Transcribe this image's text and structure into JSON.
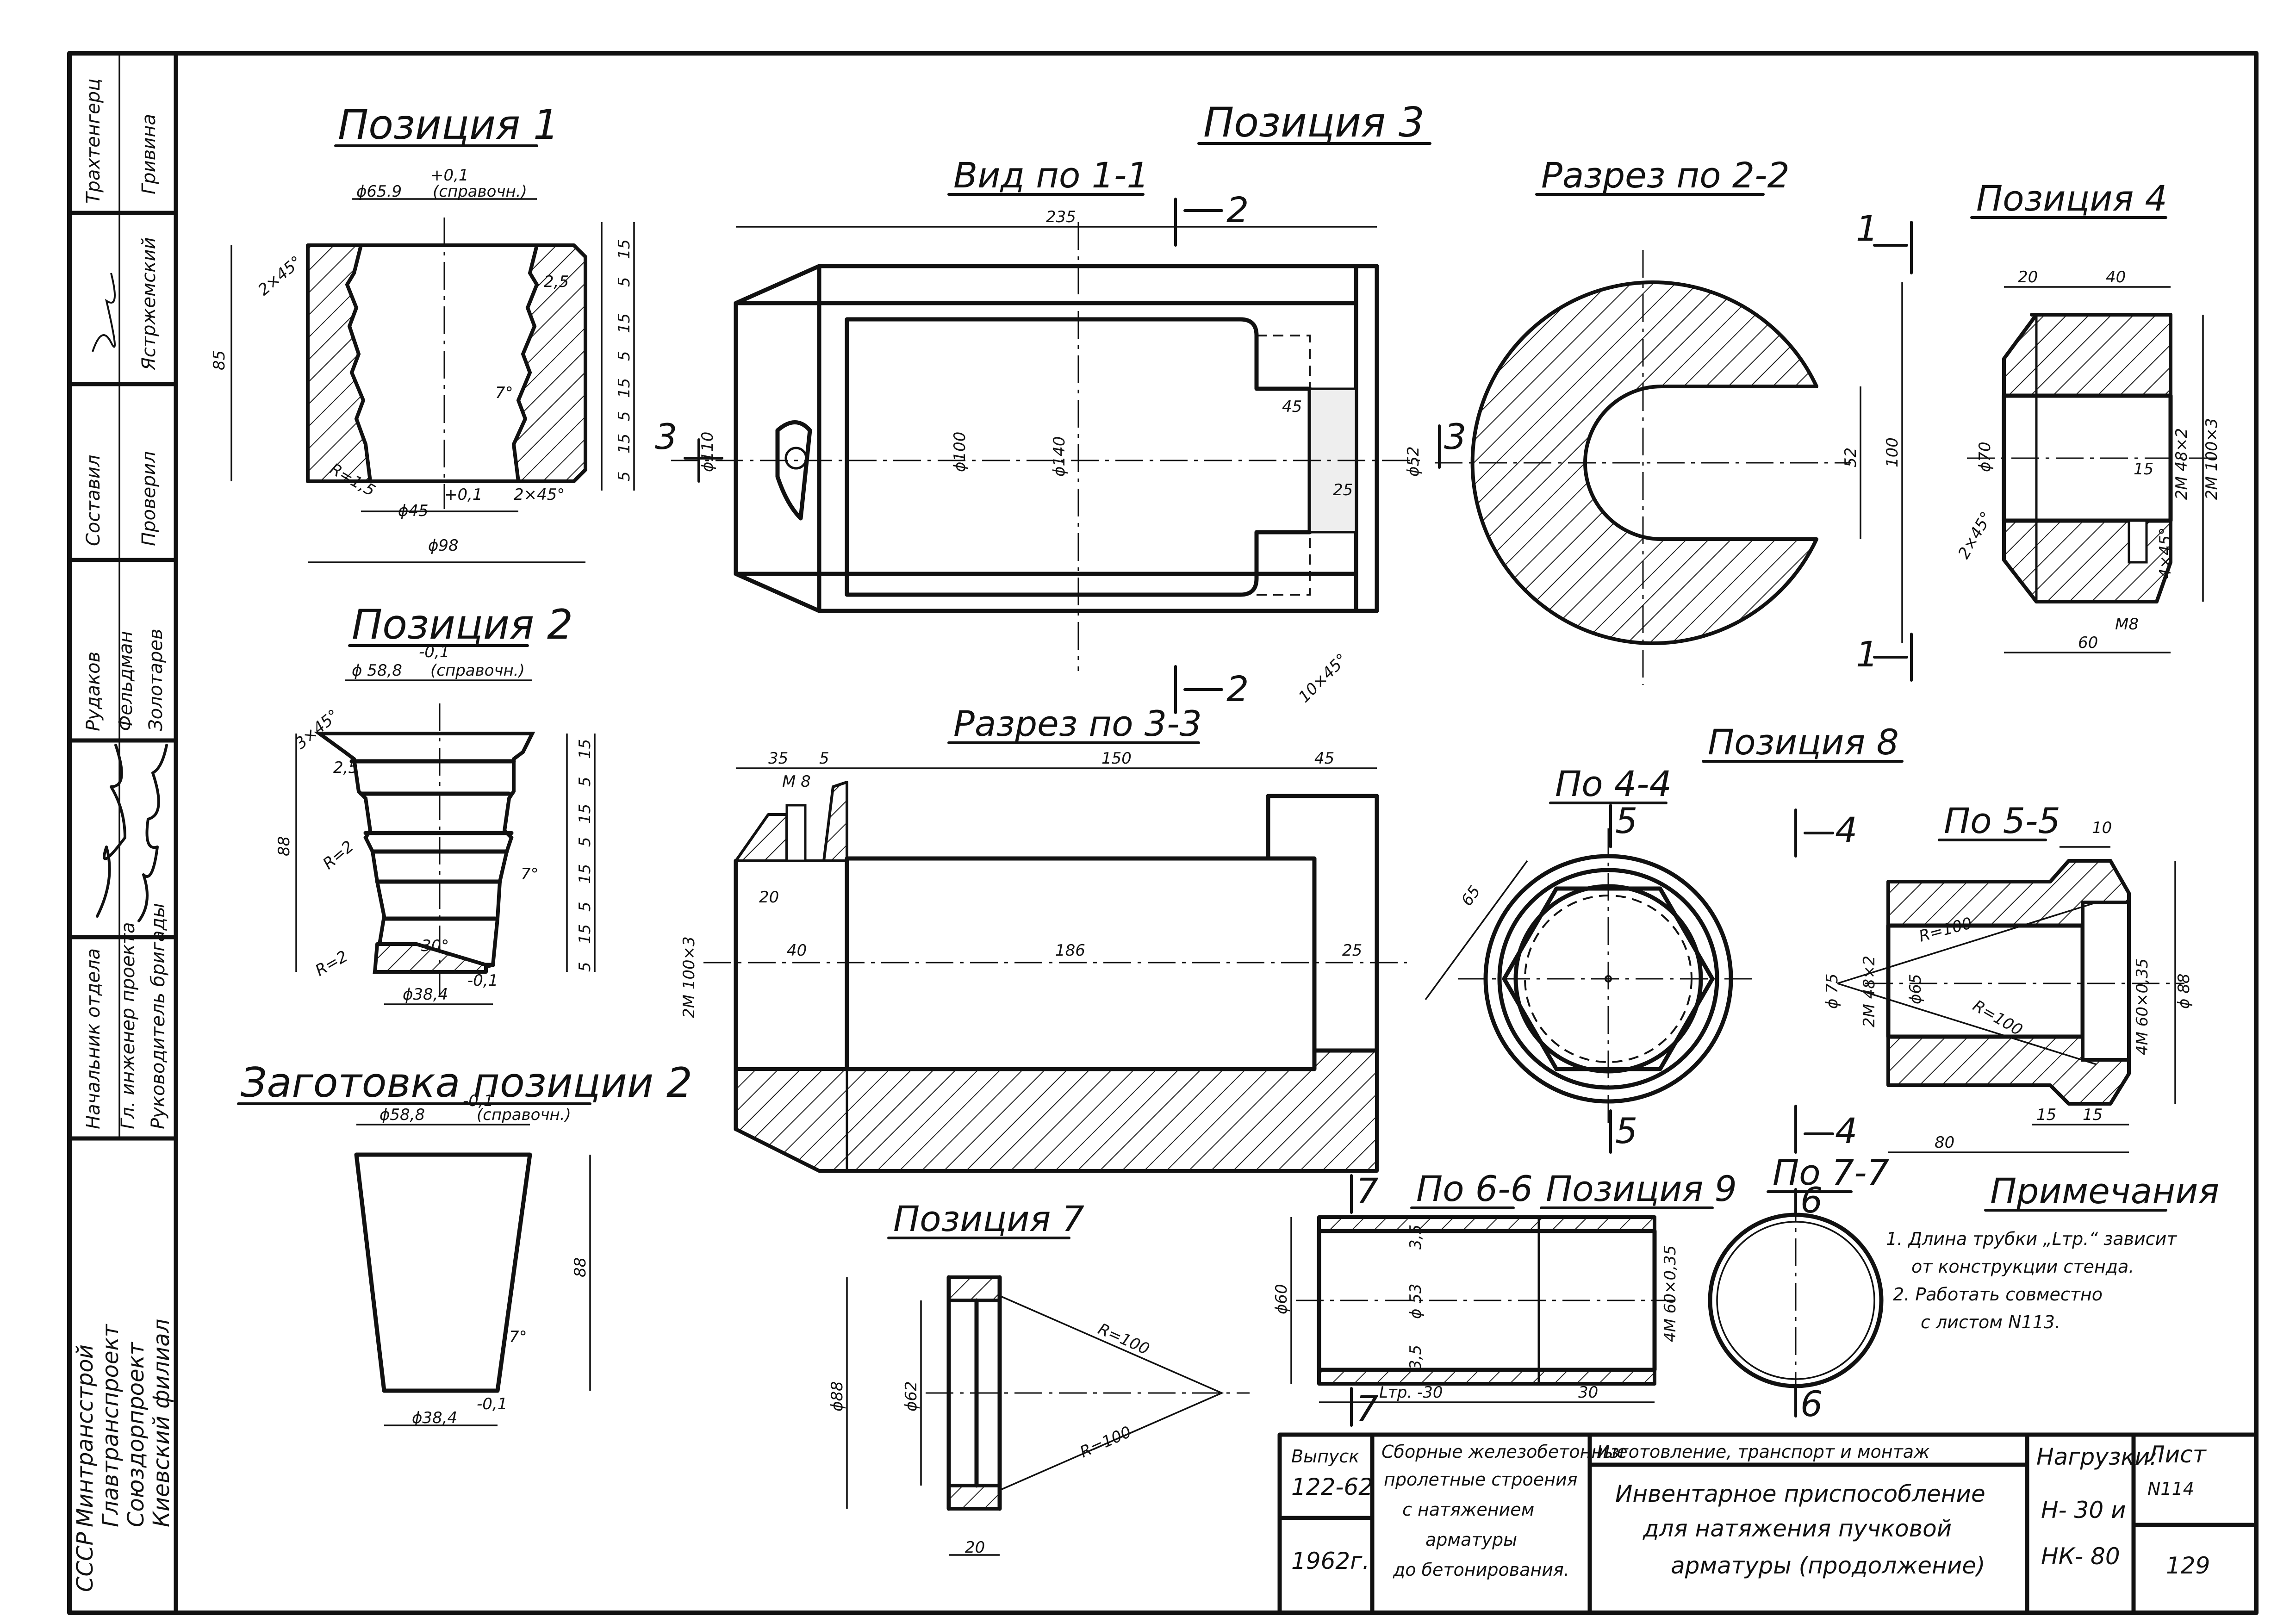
{
  "views": {
    "pos1": {
      "title": "Позиция 1",
      "d_top": "ϕ65.9",
      "tol_top": "+0,1",
      "ref_top": "(справочн.)",
      "d_bore": "ϕ45",
      "tol_bore": "+0,1",
      "d_out": "ϕ98",
      "h": "85",
      "chamfer_top": "2×45°",
      "chamfer_bot": "2×45°",
      "r": "R=1,5",
      "step": "2,5",
      "angle": "7°",
      "p15a": "15",
      "p5a": "5",
      "p15b": "15",
      "p5b": "5",
      "p15c": "15",
      "p5c": "5",
      "p15d": "15",
      "p5d": "5"
    },
    "pos3": {
      "title": "Позиция 3"
    },
    "view11": {
      "title": "Вид по 1-1",
      "len": "235",
      "d110": "ϕ110",
      "d100": "ϕ100",
      "d140": "ϕ140",
      "d52": "ϕ52",
      "d45": "45",
      "d25": "25",
      "chamfer": "10×45°",
      "sec2": "2",
      "sec3": "3"
    },
    "sec22": {
      "title": "Разрез по 2-2",
      "w52": "52",
      "w100": "100"
    },
    "pos4": {
      "title": "Позиция 4",
      "d20": "20",
      "d40": "40",
      "d70": "ϕ70",
      "thr1": "2М 48×2",
      "thr2": "2М 100×3",
      "d15": "15",
      "chamfer": "2×45°",
      "d4": "4×45°",
      "m8": "М8",
      "d60": "60",
      "sec1": "1"
    },
    "pos2": {
      "title": "Позиция 2",
      "d_top": "ϕ 58,8",
      "tol_top": "-0,1",
      "ref_top": "(справочн.)",
      "h": "88",
      "chamfer": "3×45°",
      "step": "2,5",
      "r1": "R=2",
      "r2": "R=2",
      "angle1": "7°",
      "angle2": "30°",
      "d_bot": "ϕ38,4",
      "tol_bot": "-0,1",
      "p15a": "15",
      "p5a": "5",
      "p15b": "15",
      "p5b": "5",
      "p15c": "15",
      "p5c": "5",
      "p15d": "15",
      "p5d": "5"
    },
    "sec33": {
      "title": "Разрез по 3-3",
      "d35": "35",
      "d5": "5",
      "m8": "М 8",
      "d150": "150",
      "d45": "45",
      "d20": "20",
      "d40": "40",
      "d186": "186",
      "d25": "25",
      "thr": "2М 100×3"
    },
    "pos8": {
      "title": "Позиция 8"
    },
    "v44": {
      "title": "По 4-4",
      "sec": "5",
      "d65": "65"
    },
    "v55": {
      "title": "По 5-5",
      "sec": "4",
      "d10": "10",
      "d75": "ϕ 75",
      "thr1": "2М 48×2",
      "d65": "ϕ65",
      "r1": "R=100",
      "r2": "R=100",
      "thr2": "4М 60×0,35",
      "d88": "ϕ 88",
      "d15a": "15",
      "d15b": "15",
      "d80": "80"
    },
    "blank2": {
      "title": "Заготовка позиции 2",
      "d_top": "ϕ58,8",
      "tol_top": "-0,1",
      "ref_top": "(справочн.)",
      "h": "88",
      "angle": "7°",
      "d_bot": "ϕ38,4",
      "tol_bot": "-0,1"
    },
    "pos7": {
      "title": "Позиция 7",
      "d88": "ϕ88",
      "d62": "ϕ62",
      "r1": "R=100",
      "r2": "R=100",
      "w20": "20"
    },
    "v66": {
      "title": "По 6-6",
      "sec": "7",
      "d60": "ϕ60",
      "d53": "ϕ 53",
      "t1": "3,5",
      "t2": "3,5",
      "len": "Lтр. -30"
    },
    "pos9": {
      "title": "Позиция 9",
      "thr": "4М 60×0,35",
      "len": "30"
    },
    "v77": {
      "title": "По 7-7",
      "sec": "6"
    }
  },
  "notes": {
    "title": "Примечания",
    "items": [
      "1. Длина трубки „Lтр.“ зависит",
      "от конструкции стенда.",
      "2. Работать совместно",
      "с листом N113."
    ]
  },
  "side": {
    "r1a": "Трахтенгерц",
    "r1b": "Гривина",
    "r2b": "Ястржемский",
    "r3a": "Составил",
    "r3b": "Проверил",
    "r4a": "Рудаков",
    "r4b": "Фельдман",
    "r4c": "Золотарев",
    "r6a": "Начальник отдела",
    "r6b": "Гл. инженер проекта",
    "r6c": "Руководитель бригады",
    "org1": "СССР",
    "org2": "Минтрансстрой",
    "org3": "Главтранспроект",
    "org4": "Союздорпроект",
    "org5": "Киевский филиал"
  },
  "titleblock": {
    "issue_label": "Выпуск",
    "issue": "122-62",
    "year": "1962г.",
    "series1": "Сборные железобетонные",
    "series2": "пролетные строения",
    "series3": "с натяжением",
    "series4": "арматуры",
    "series5": "до бетонирования.",
    "topic": "Изготовление, транспорт и монтаж",
    "name1": "Инвентарное приспособление",
    "name2": "для натяжения пучковой",
    "name3": "арматуры (продолжение)",
    "loads_label": "Нагрузки:",
    "load1": "Н- 30 и",
    "load2": "НК- 80",
    "sheet_label": "Лист",
    "sheet": "N114",
    "page": "129"
  }
}
